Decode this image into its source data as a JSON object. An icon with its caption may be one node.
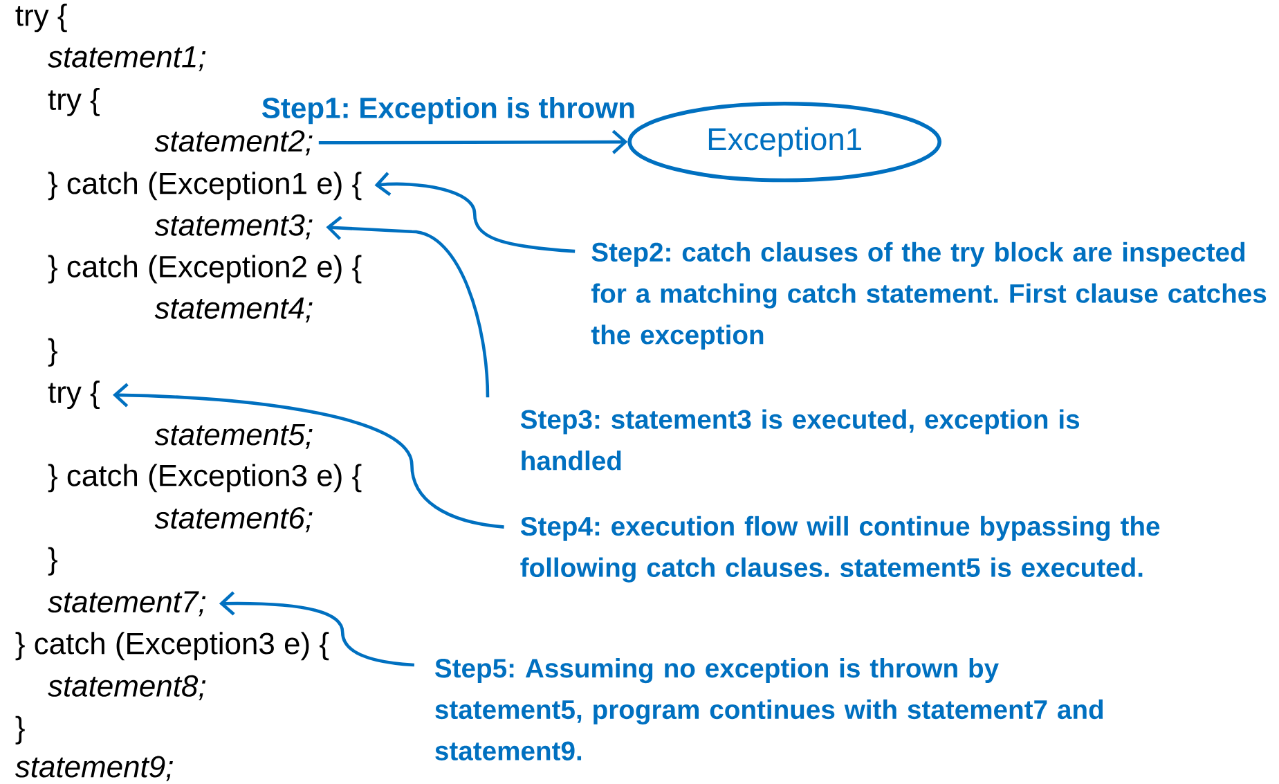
{
  "diagram": {
    "nodes": [
      {
        "text": [
          "try {"
        ]
      },
      {
        "text": [
          "statement1;"
        ]
      },
      {
        "text": [
          "try {"
        ]
      },
      {
        "text": [
          "statement2;"
        ]
      },
      {
        "text": [
          "} catch (Exception1 e) {"
        ]
      },
      {
        "text": [
          "statement3;"
        ]
      },
      {
        "text": [
          "} catch (Exception2 e) {"
        ]
      },
      {
        "text": [
          "statement4;"
        ]
      },
      {
        "text": [
          "}"
        ]
      },
      {
        "text": [
          "try {"
        ]
      },
      {
        "text": [
          "statement5;"
        ]
      },
      {
        "text": [
          "} catch (Exception3 e) {"
        ]
      },
      {
        "text": [
          "statement6;"
        ]
      },
      {
        "text": [
          "}"
        ]
      },
      {
        "text": [
          "statement7;"
        ]
      },
      {
        "text": [
          "} catch (Exception3 e) {"
        ]
      },
      {
        "text": [
          "statement8;"
        ]
      },
      {
        "text": [
          "}"
        ]
      },
      {
        "text": [
          "statement9;"
        ]
      },
      {
        "text": [
          "Exception1"
        ]
      },
      {
        "text": [
          "Step2: catch clauses of the try block are inspected for a matching catch statement. First clause catches the exception"
        ]
      },
      {
        "text": [
          "Step3: statement3 is executed, exception is handled"
        ]
      },
      {
        "text": [
          "Step4: execution flow will continue bypassing the following catch clauses. statement5 is executed."
        ]
      },
      {
        "text": [
          "Step5: Assuming no exception is thrown by statement5, program continues with statement7 and statement9."
        ]
      }
    ],
    "edges": [
      {
        "from": 3,
        "to": 19,
        "arrow": "to",
        "label": "Step1: Exception is thrown"
      },
      {
        "from": 20,
        "to": 4,
        "arrow": "to"
      },
      {
        "from": 21,
        "to": 5,
        "arrow": "to"
      },
      {
        "from": 22,
        "to": 9,
        "arrow": "to"
      },
      {
        "from": 23,
        "to": 14,
        "arrow": "to"
      }
    ]
  }
}
